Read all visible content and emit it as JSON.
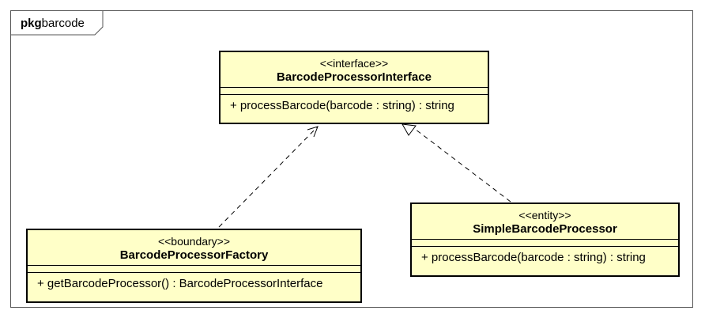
{
  "package": {
    "keyword": "pkg",
    "name": "barcode"
  },
  "classes": {
    "interface": {
      "stereotype": "<<interface>>",
      "name": "BarcodeProcessorInterface",
      "operation": "+ processBarcode(barcode : string) : string"
    },
    "factory": {
      "stereotype": "<<boundary>>",
      "name": "BarcodeProcessorFactory",
      "operation": "+ getBarcodeProcessor() : BarcodeProcessorInterface"
    },
    "simple": {
      "stereotype": "<<entity>>",
      "name": "SimpleBarcodeProcessor",
      "operation": "+ processBarcode(barcode : string) : string"
    }
  },
  "relations": [
    {
      "from": "BarcodeProcessorFactory",
      "to": "BarcodeProcessorInterface",
      "type": "dependency"
    },
    {
      "from": "SimpleBarcodeProcessor",
      "to": "BarcodeProcessorInterface",
      "type": "realization"
    }
  ],
  "colors": {
    "class_fill": "#ffffc8",
    "border": "#000000",
    "frame": "#555555"
  }
}
